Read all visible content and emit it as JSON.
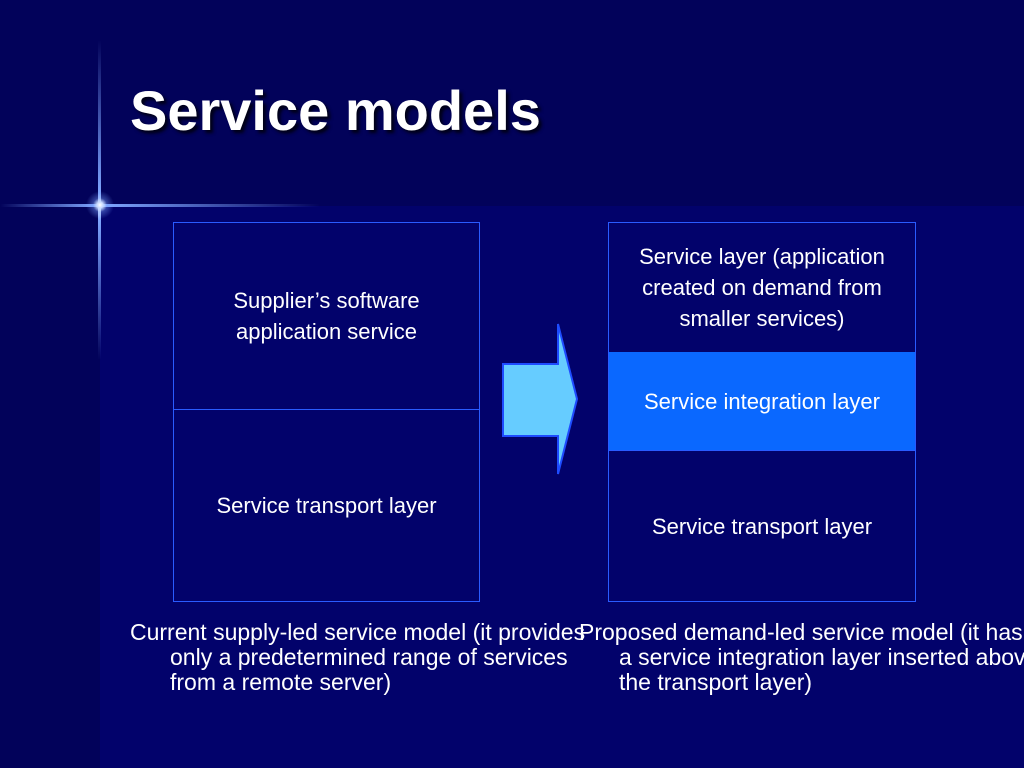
{
  "slide": {
    "title": "Service models"
  },
  "left_model": {
    "top_cell": "Supplier’s software application service",
    "bottom_cell": "Service transport layer",
    "caption": "Current supply-led service model (it provides only a predetermined range of services from a remote server)"
  },
  "right_model": {
    "service_layer": "Service layer (application created on demand from smaller services)",
    "integration_layer": "Service integration layer",
    "transport_layer": "Service transport layer",
    "caption": "Proposed demand-led service model (it has a service integration layer inserted above the transport layer)"
  },
  "colors": {
    "background": "#02026b",
    "box_border": "#2a5bff",
    "integration_fill": "#0a68ff",
    "arrow_fill": "#66ccff"
  }
}
